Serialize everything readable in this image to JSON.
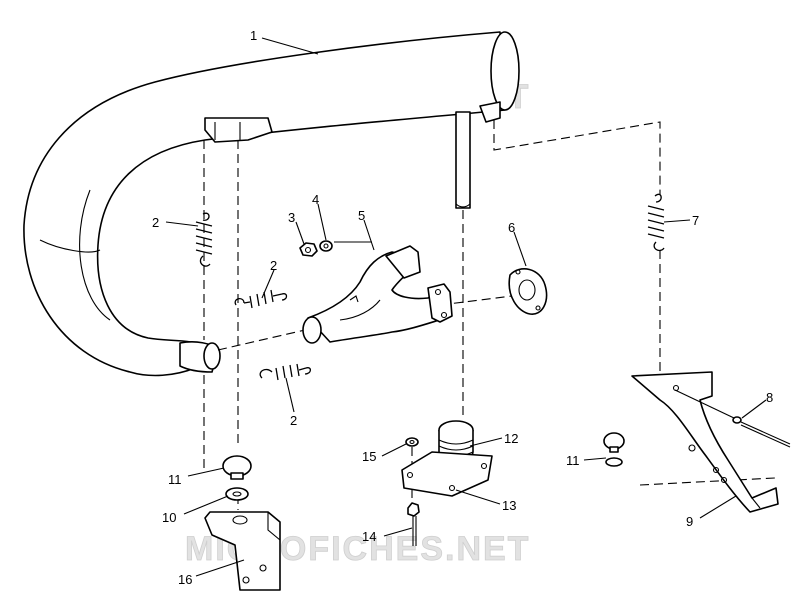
{
  "watermark": "MICROFICHES.NET",
  "callouts": [
    {
      "id": "1",
      "label": "1"
    },
    {
      "id": "2a",
      "label": "2"
    },
    {
      "id": "2b",
      "label": "2"
    },
    {
      "id": "2c",
      "label": "2"
    },
    {
      "id": "3",
      "label": "3"
    },
    {
      "id": "4",
      "label": "4"
    },
    {
      "id": "5",
      "label": "5"
    },
    {
      "id": "6",
      "label": "6"
    },
    {
      "id": "7",
      "label": "7"
    },
    {
      "id": "8",
      "label": "8"
    },
    {
      "id": "9",
      "label": "9"
    },
    {
      "id": "10",
      "label": "10"
    },
    {
      "id": "11a",
      "label": "11"
    },
    {
      "id": "11b",
      "label": "11"
    },
    {
      "id": "12",
      "label": "12"
    },
    {
      "id": "13",
      "label": "13"
    },
    {
      "id": "14",
      "label": "14"
    },
    {
      "id": "15",
      "label": "15"
    },
    {
      "id": "16",
      "label": "16"
    }
  ]
}
